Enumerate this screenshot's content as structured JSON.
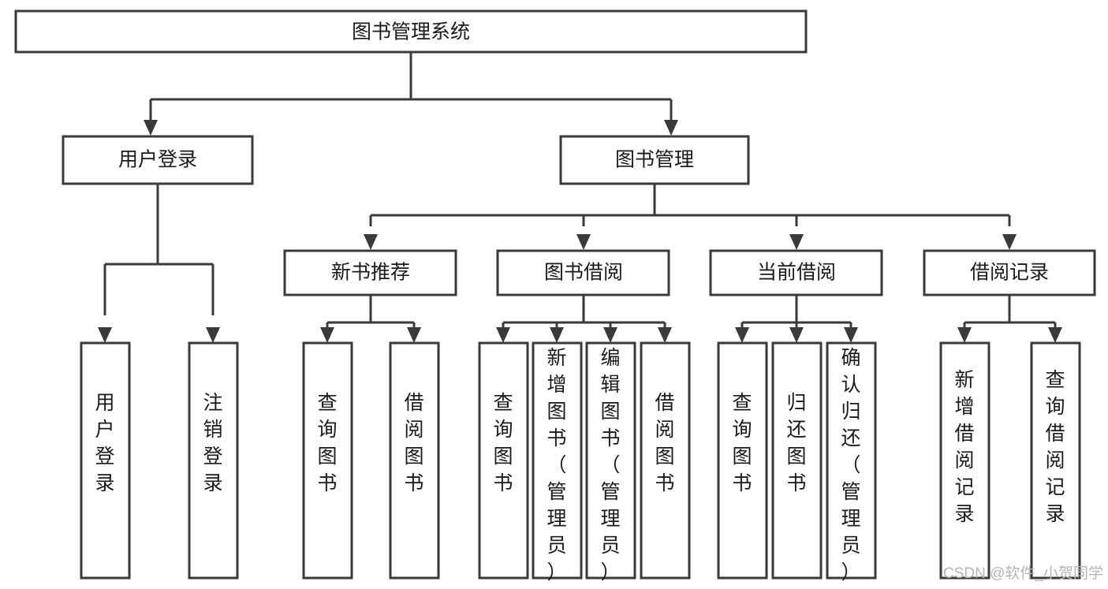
{
  "diagram": {
    "type": "tree-hierarchy-chart",
    "title": "图书管理系统",
    "levels": [
      {
        "level": 1,
        "nodes": [
          {
            "id": "root",
            "label": "图书管理系统",
            "orientation": "horizontal"
          }
        ]
      },
      {
        "level": 2,
        "nodes": [
          {
            "id": "user-login",
            "label": "用户登录",
            "orientation": "horizontal",
            "parent": "root"
          },
          {
            "id": "book-manage",
            "label": "图书管理",
            "orientation": "horizontal",
            "parent": "root"
          }
        ]
      },
      {
        "level": 3,
        "nodes": [
          {
            "id": "new-book-rec",
            "label": "新书推荐",
            "orientation": "horizontal",
            "parent": "book-manage"
          },
          {
            "id": "book-borrow",
            "label": "图书借阅",
            "orientation": "horizontal",
            "parent": "book-manage"
          },
          {
            "id": "current-borrow",
            "label": "当前借阅",
            "orientation": "horizontal",
            "parent": "book-manage"
          },
          {
            "id": "borrow-record",
            "label": "借阅记录",
            "orientation": "horizontal",
            "parent": "book-manage"
          }
        ]
      },
      {
        "level": 4,
        "nodes": [
          {
            "id": "leaf-user-login",
            "label": "用户登录",
            "orientation": "vertical",
            "parent": "user-login"
          },
          {
            "id": "leaf-logout",
            "label": "注销登录",
            "orientation": "vertical",
            "parent": "user-login"
          },
          {
            "id": "leaf-query-book-1",
            "label": "查询图书",
            "orientation": "vertical",
            "parent": "new-book-rec"
          },
          {
            "id": "leaf-borrow-book-1",
            "label": "借阅图书",
            "orientation": "vertical",
            "parent": "new-book-rec"
          },
          {
            "id": "leaf-query-book-2",
            "label": "查询图书",
            "orientation": "vertical",
            "parent": "book-borrow"
          },
          {
            "id": "leaf-add-book",
            "label": "新增图书（管理员）",
            "orientation": "vertical",
            "parent": "book-borrow"
          },
          {
            "id": "leaf-edit-book",
            "label": "编辑图书（管理员）",
            "orientation": "vertical",
            "parent": "book-borrow"
          },
          {
            "id": "leaf-borrow-book-2",
            "label": "借阅图书",
            "orientation": "vertical",
            "parent": "book-borrow"
          },
          {
            "id": "leaf-query-book-3",
            "label": "查询图书",
            "orientation": "vertical",
            "parent": "current-borrow"
          },
          {
            "id": "leaf-return-book",
            "label": "归还图书",
            "orientation": "vertical",
            "parent": "current-borrow"
          },
          {
            "id": "leaf-confirm-return",
            "label": "确认归还（管理员）",
            "orientation": "vertical",
            "parent": "current-borrow"
          },
          {
            "id": "leaf-add-record",
            "label": "新增借阅记录",
            "orientation": "vertical",
            "parent": "borrow-record"
          },
          {
            "id": "leaf-query-record",
            "label": "查询借阅记录",
            "orientation": "vertical",
            "parent": "borrow-record"
          }
        ]
      }
    ],
    "colors": {
      "box_stroke": "#3a3a3a",
      "box_fill": "#ffffff",
      "text": "#1a1a1a",
      "connector": "#3a3a3a",
      "background": "#ffffff",
      "watermark": "#b5b5b5"
    }
  },
  "watermark": {
    "text": "CSDN @软件_小贺同学"
  }
}
